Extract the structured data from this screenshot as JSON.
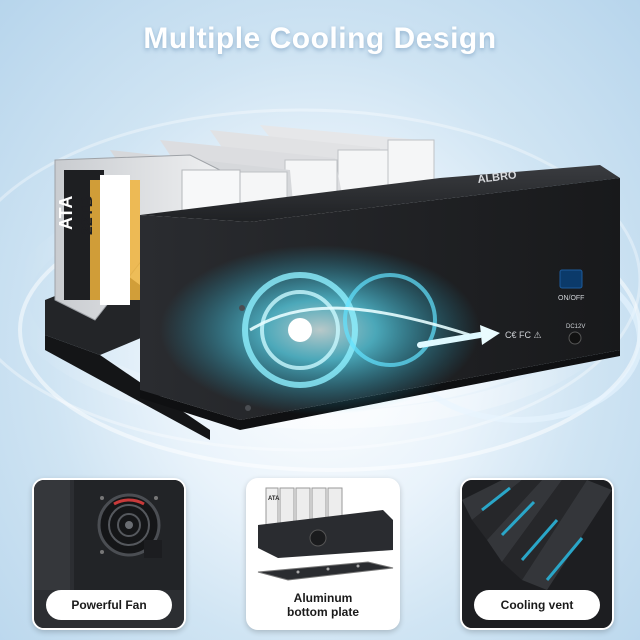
{
  "headline": "Multiple Cooling Design",
  "product": {
    "brand": "ALBRO",
    "drive_brand": "ATA",
    "drive_capacity": "22TB",
    "switch_label": "ON/OFF",
    "power_label": "DC12V",
    "cert_marks": "C€ FC ⚠"
  },
  "features": [
    {
      "label": "Powerful Fan"
    },
    {
      "label_line1": "Aluminum",
      "label_line2": "bottom plate"
    },
    {
      "label": "Cooling vent"
    }
  ],
  "colors": {
    "background": "#cfe4f3",
    "headline": "#ffffff",
    "device": "#2b2d31",
    "airflow": "#35d6f0",
    "card_label_bg": "#ffffff"
  }
}
